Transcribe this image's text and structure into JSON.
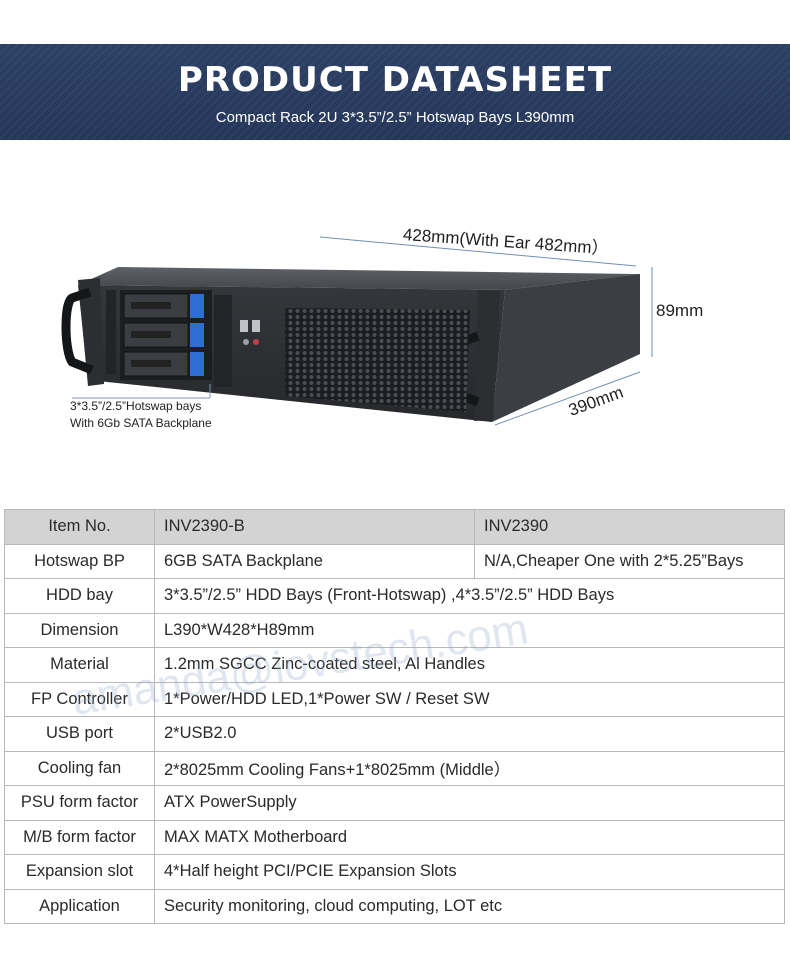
{
  "header": {
    "title": "PRODUCT  DATASHEET",
    "subtitle": "Compact Rack 2U 3*3.5”/2.5” Hotswap Bays L390mm"
  },
  "product": {
    "width_label": "428mm(With Ear 482mm）",
    "height_label": "89mm",
    "depth_label": "390mm",
    "callout_line1": "3*3.5”/2.5”Hotswap bays",
    "callout_line2": "With 6Gb SATA Backplane"
  },
  "watermark": "amanda@iovstech.com",
  "table": {
    "header": [
      "Item No.",
      "INV2390-B",
      "INV2390"
    ],
    "rows": [
      {
        "label": "Hotswap BP",
        "value": "6GB SATA Backplane",
        "value2": "N/A,Cheaper One with 2*5.25”Bays"
      },
      {
        "label": "HDD bay",
        "value": "3*3.5”/2.5” HDD Bays (Front-Hotswap) ,4*3.5”/2.5” HDD Bays"
      },
      {
        "label": "Dimension",
        "value": "L390*W428*H89mm"
      },
      {
        "label": "Material",
        "value": "1.2mm SGCC Zinc-coated steel, Al Handles"
      },
      {
        "label": "FP Controller",
        "value": "1*Power/HDD LED,1*Power SW / Reset SW"
      },
      {
        "label": "USB port",
        "value": "2*USB2.0"
      },
      {
        "label": "Cooling fan",
        "value": "2*8025mm Cooling Fans+1*8025mm (Middle）"
      },
      {
        "label": "PSU form factor",
        "value": "ATX PowerSupply"
      },
      {
        "label": "M/B form factor",
        "value": "MAX MATX Motherboard"
      },
      {
        "label": "Expansion slot",
        "value": "4*Half height PCI/PCIE Expansion Slots"
      },
      {
        "label": "Application",
        "value": "Security monitoring, cloud computing, LOT etc"
      }
    ]
  },
  "colors": {
    "banner": "#283a5b",
    "table_header": "#d3d3d3",
    "border": "#b8b8b8",
    "bay_blue": "#2d6ed3"
  }
}
